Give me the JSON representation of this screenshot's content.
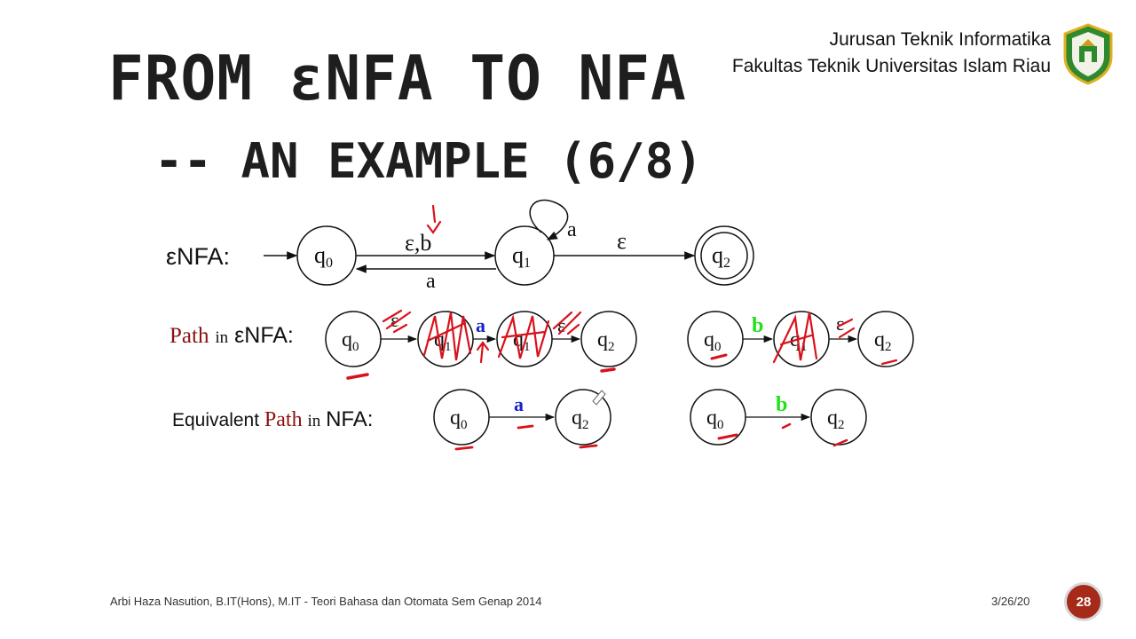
{
  "header": {
    "title_line1": "FROM εNFA TO NFA",
    "title_line2": "-- AN EXAMPLE (6/8)",
    "institution_line1": "Jurusan Teknik Informatika",
    "institution_line2": "Fakultas Teknik Universitas Islam Riau"
  },
  "diagram": {
    "enfa_label": "εNFA:",
    "states": {
      "q0": "q",
      "q1": "q",
      "q2": "q",
      "sub0": "0",
      "sub1": "1",
      "sub2": "2"
    },
    "enfa_edges": {
      "q0_to_q1": "ε,b",
      "q1_to_q0": "a",
      "q1_self": "a",
      "q1_to_q2": "ε"
    },
    "path_label": {
      "word_path": "Path",
      "word_in": "in",
      "word_enfa": "εNFA:"
    },
    "path1_edges": [
      "ε",
      "a",
      "ε"
    ],
    "path2_edges": [
      "b",
      "ε"
    ],
    "equiv_label": {
      "word_equivalent": "Equivalent",
      "word_path": "Path",
      "word_in": "in",
      "word_nfa": "NFA:"
    },
    "equiv1_edge": "a",
    "equiv2_edge": "b"
  },
  "colors": {
    "a_symbol": "#1a23c8",
    "b_symbol": "#22e01a",
    "path_word": "#8b1212",
    "annotation_red": "#d8121c",
    "badge": "#a52a1a"
  },
  "footer": {
    "author_course": "Arbi Haza Nasution, B.IT(Hons), M.IT - Teori Bahasa dan Otomata Sem Genap 2014",
    "date": "3/26/20",
    "page_number": "28"
  }
}
